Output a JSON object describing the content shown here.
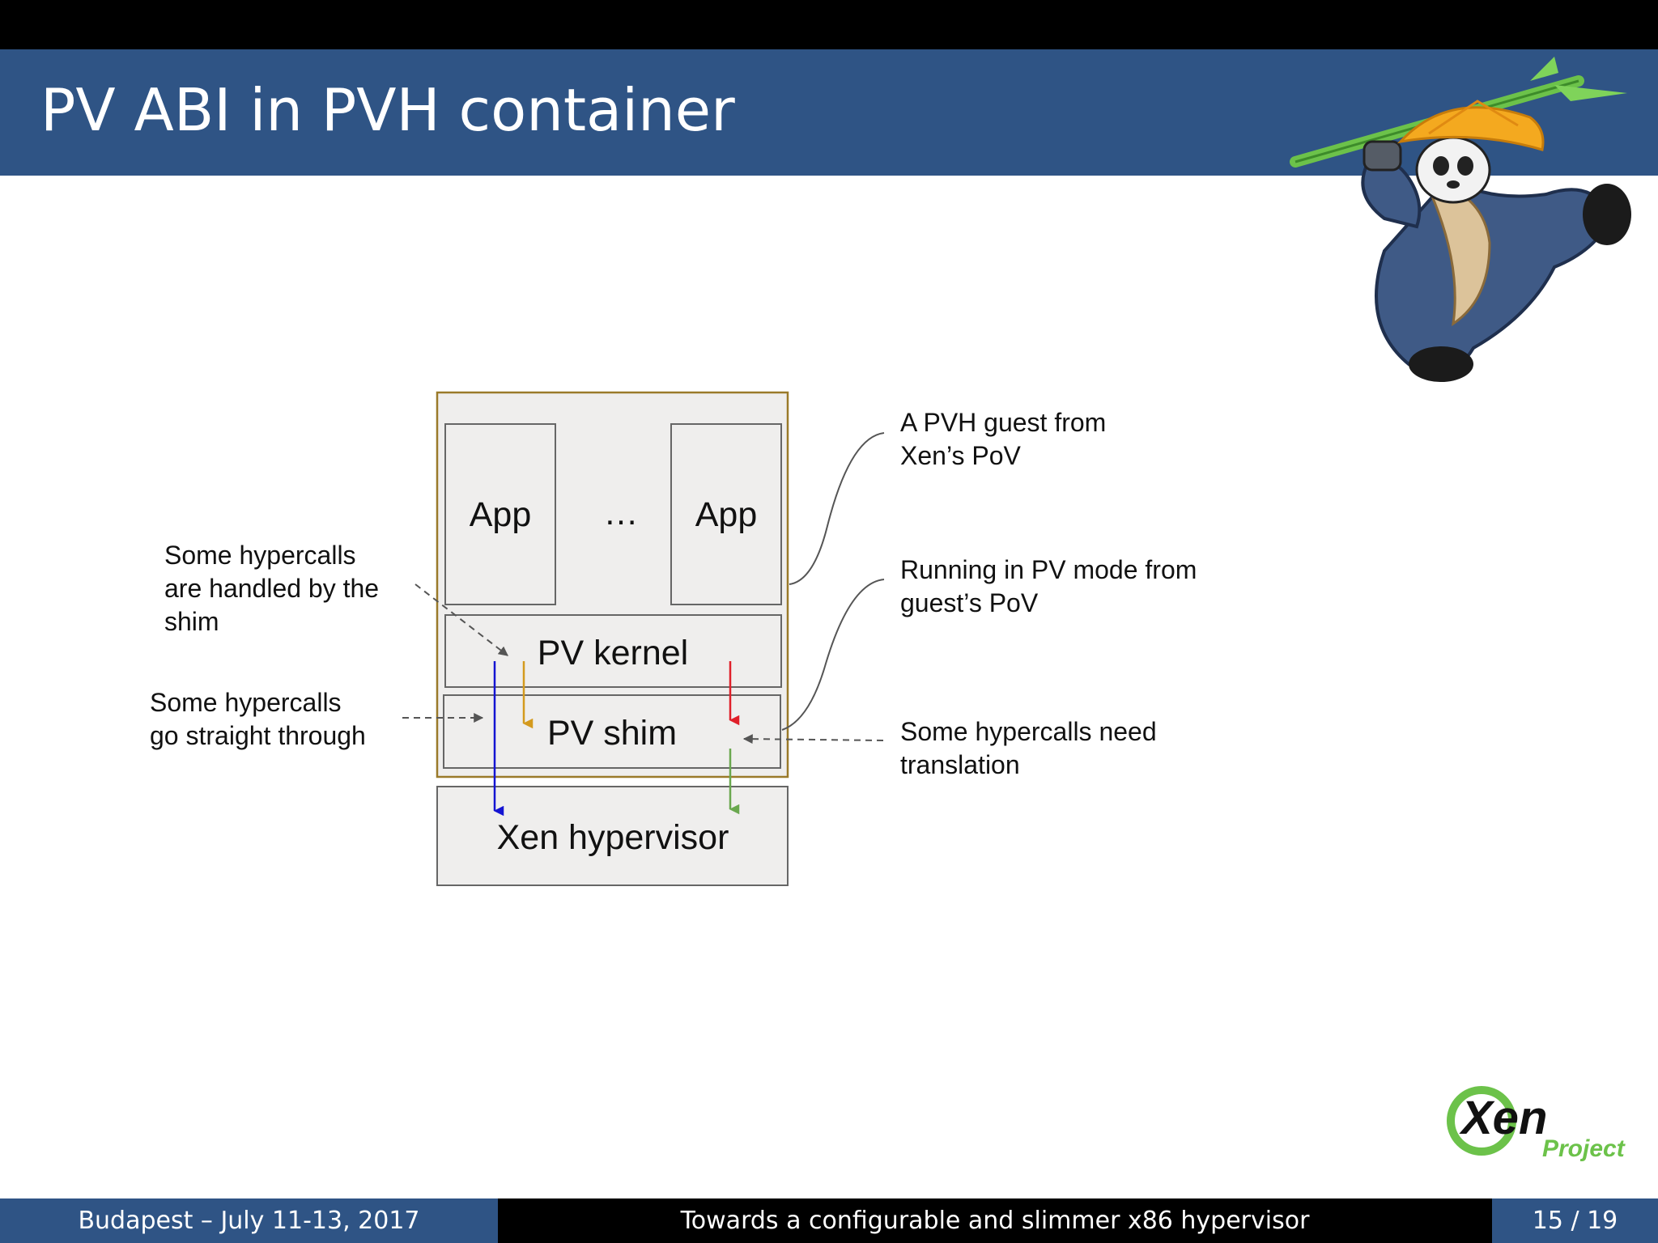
{
  "slide": {
    "title": "PV ABI in PVH container"
  },
  "diagram": {
    "app_left": "App",
    "app_right": "App",
    "ellipsis": "…",
    "pv_kernel": "PV kernel",
    "pv_shim": "PV shim",
    "xen_hypervisor": "Xen hypervisor",
    "notes": {
      "pvh_guest": [
        "A PVH guest from",
        "Xen’s PoV"
      ],
      "pv_mode": [
        "Running in PV mode from",
        "guest’s PoV"
      ],
      "need_translation": [
        "Some hypercalls need",
        "translation"
      ],
      "handled_by_shim": [
        "Some hypercalls",
        "are handled by the",
        "shim"
      ],
      "straight_through": [
        "Some hypercalls",
        "go straight through"
      ]
    },
    "arrow_colors": {
      "straight_through": "#1414d2",
      "handled_by_shim": "#d49a1e",
      "needs_translation_in": "#e0202a",
      "needs_translation_out": "#6aa84f"
    }
  },
  "logo": {
    "name": "Xen Project",
    "word_main": "Xen",
    "word_sub": "Project"
  },
  "mascot": {
    "icon": "panda-mascot-icon"
  },
  "footer": {
    "left": "Budapest – July 11-13, 2017",
    "center": "Towards a configurable and slimmer x86 hypervisor",
    "right": "15 / 19"
  }
}
